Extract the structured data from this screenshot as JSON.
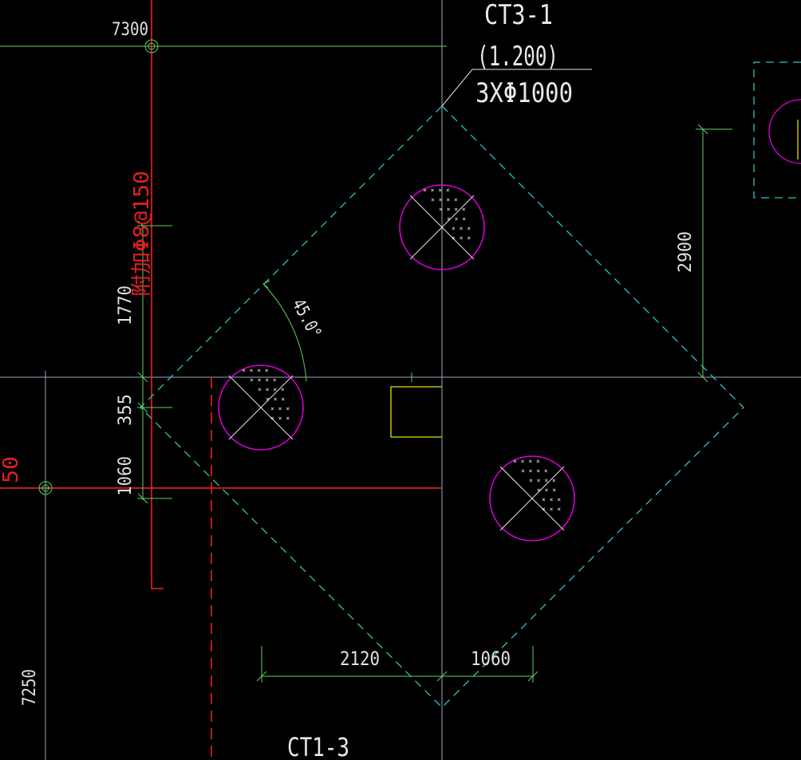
{
  "drawing": {
    "pile_cap_label": "CT3-1",
    "pile_cap_elevation": "(1.200)",
    "pile_spec": "3XΦ1000",
    "lower_cap_label": "CT1-3",
    "angle_label": "45.0°",
    "rebar_note": "附加Φ8@150",
    "partial_red_text": "50"
  },
  "dimensions": {
    "top_axis": "7300",
    "right_height": "2900",
    "left_upper": "1770",
    "left_mid": "355",
    "left_lower": "1060",
    "bottom_left": "7250",
    "bottom_width_a": "2120",
    "bottom_width_b": "1060"
  },
  "colors": {
    "grid_line": "#9aa8c0",
    "dim_line": "#50d050",
    "axis_red": "#ff2020",
    "outline_cyan": "#30c0c0",
    "pile_magenta": "#e000e0",
    "column_yellow": "#e0e000",
    "text_white": "#e8e8e8"
  }
}
